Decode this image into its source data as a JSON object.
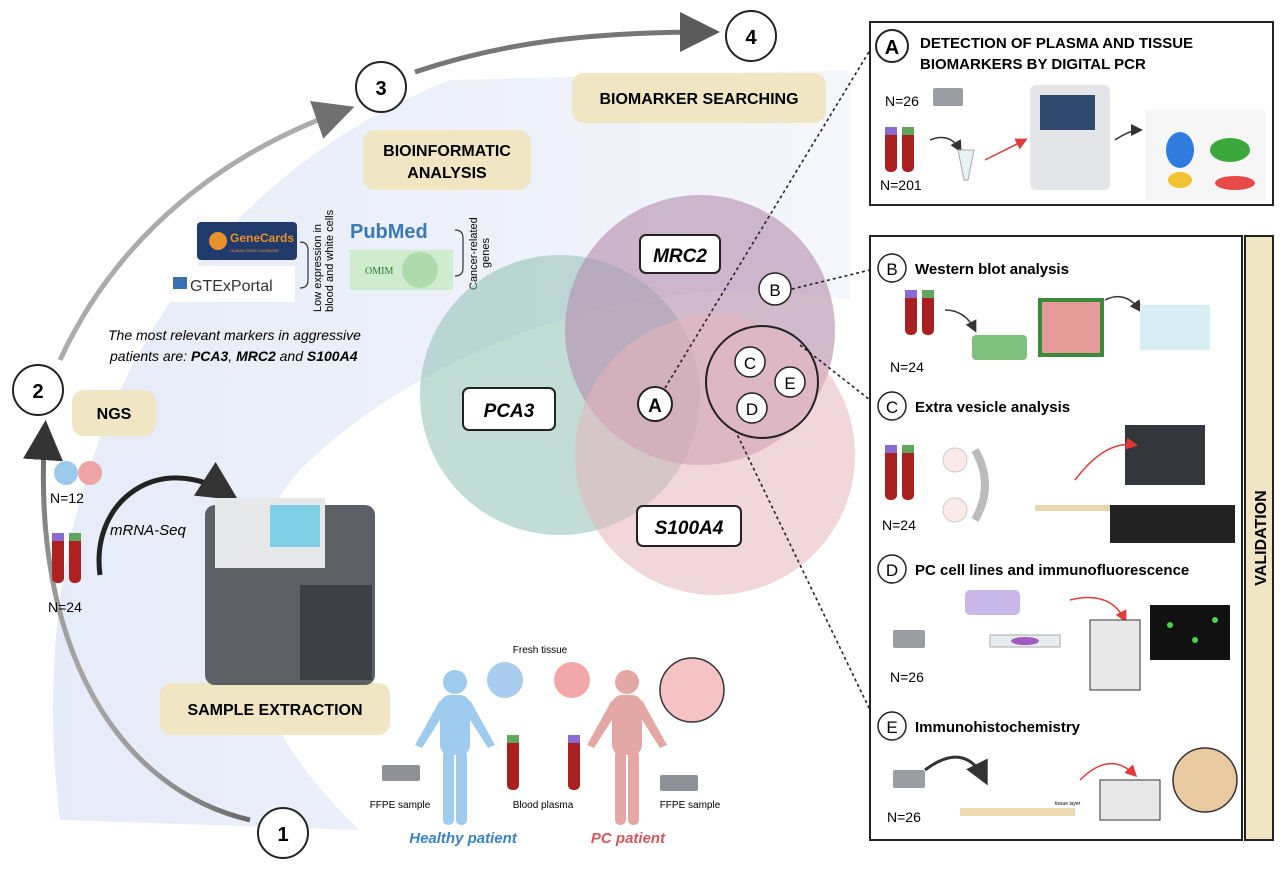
{
  "steps": [
    "1",
    "2",
    "3",
    "4"
  ],
  "stages": {
    "sample_extraction": "SAMPLE EXTRACTION",
    "ngs": "NGS",
    "bioinformatic": [
      "BIOINFORMATIC",
      "ANALYSIS"
    ],
    "biomarker_searching": "BIOMARKER SEARCHING"
  },
  "ngs": {
    "n_tissue": "N=12",
    "n_blood": "N=24",
    "method": "mRNA-Seq"
  },
  "bioinfo": {
    "logos": [
      "GeneCards",
      "GTExPortal",
      "PubMed",
      "OMIM"
    ],
    "genecards_sub": "HUMAN GENE DATABASE",
    "bracket_left": [
      "Low expression in",
      "blood and white cells"
    ],
    "bracket_right": [
      "Cancer-related",
      "genes"
    ],
    "conclusion_line1": "The most relevant markers in aggressive",
    "conclusion_line2_prefix": "patients are: ",
    "markers": [
      "PCA3",
      "MRC2",
      "S100A4"
    ],
    "and": "and"
  },
  "venn": {
    "sets": [
      "PCA3",
      "MRC2",
      "S100A4"
    ],
    "colors": {
      "PCA3": "#8fbfb4",
      "MRC2": "#b48cab",
      "S100A4": "#e6b4bb"
    },
    "points": [
      "A",
      "B",
      "C",
      "D",
      "E"
    ]
  },
  "extraction": {
    "fresh_tissue": "Fresh tissue",
    "ffpe_left": "FFPE sample",
    "blood_plasma": "Blood plasma",
    "ffpe_right": "FFPE sample",
    "healthy": "Healthy patient",
    "pc": "PC patient",
    "healthy_color": "#3b82c4",
    "pc_color": "#d0585d"
  },
  "panel_a": {
    "letter": "A",
    "title": [
      "DETECTION OF PLASMA AND TISSUE",
      "BIOMARKERS BY DIGITAL PCR"
    ],
    "n_tissue": "N=26",
    "n_blood": "N=201"
  },
  "validation": {
    "label": "VALIDATION",
    "sections": [
      {
        "letter": "B",
        "title": "Western blot analysis",
        "n": "N=24"
      },
      {
        "letter": "C",
        "title": "Extra vesicle analysis",
        "n": "N=24"
      },
      {
        "letter": "D",
        "title": "PC cell lines and immunofluorescence",
        "n": "N=26"
      },
      {
        "letter": "E",
        "title": "Immunohistochemistry",
        "n": "N=26"
      }
    ],
    "tissue_layer": "tissue layer"
  }
}
